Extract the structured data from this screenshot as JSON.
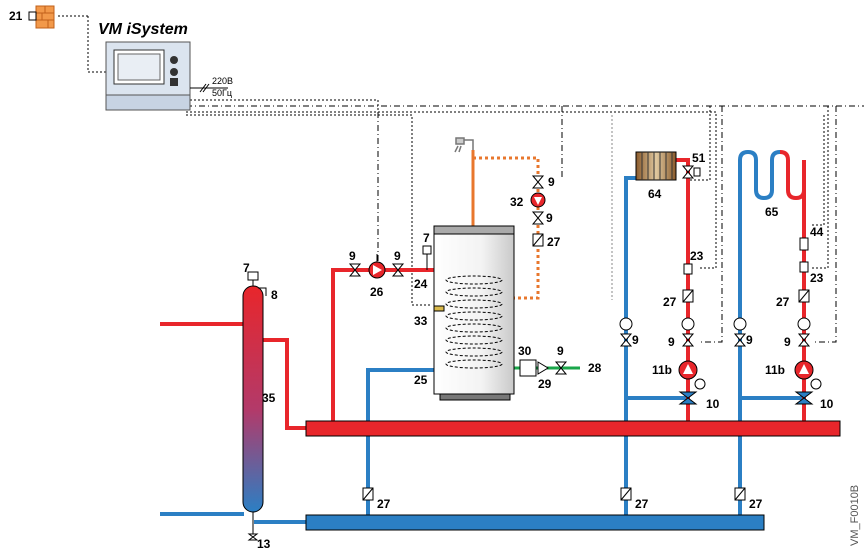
{
  "colors": {
    "hot": "#e8262b",
    "cold": "#2b7fc4",
    "dhw": "#e8772d",
    "green": "#1aa64a",
    "brick": "#f2994a",
    "frame": "#dbe4ef"
  },
  "controller": {
    "title": "VM iSystem",
    "power_voltage": "220В",
    "power_frequency": "50Гц"
  },
  "labels": {
    "outdoor_sensor": "21",
    "air_vent_separator": "7",
    "vent_8": "8",
    "separator": "35",
    "drain": "13",
    "valve_9a": "9",
    "valve_9b": "9",
    "pump_26": "26",
    "air_vent_tank": "7",
    "connection_24": "24",
    "sensor_33": "33",
    "connection_25": "25",
    "valve_9_dhw_top": "9",
    "pump_32": "32",
    "valve_9_dhw_bot": "9",
    "check_27_dhw": "27",
    "safety_group": "30",
    "valve_9_cold": "9",
    "cold_in": "28",
    "outlet_29": "29",
    "radiator": "64",
    "thermostat_valve": "51",
    "sensor_23a": "23",
    "check_27a": "27",
    "gauge_9a": "9",
    "pump_11b_a": "11b",
    "mixer_10a": "10",
    "floor_heating": "65",
    "limit_44": "44",
    "sensor_23b": "23",
    "check_27b": "27",
    "gauge_9b": "9",
    "pump_11b_b": "11b",
    "mixer_10b": "10",
    "gauge_9c": "9",
    "gauge_9d": "9",
    "check_27c": "27",
    "check_27d": "27",
    "check_27e": "27",
    "figure_code": "VM_F0010B"
  }
}
